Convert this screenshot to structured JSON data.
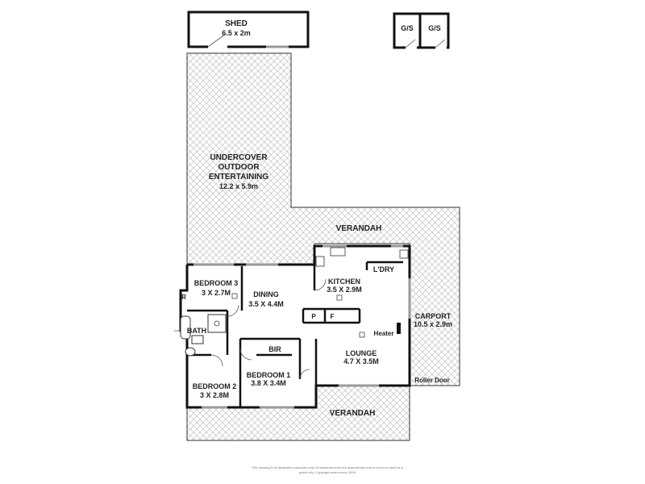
{
  "rooms": {
    "shed": {
      "name": "SHED",
      "size": "6.5 x 2m"
    },
    "gs1": {
      "name": "G/S"
    },
    "gs2": {
      "name": "G/S"
    },
    "outdoor": {
      "line1": "UNDERCOVER",
      "line2": "OUTDOOR",
      "line3": "ENTERTAINING",
      "size": "12.2 x 5.9m"
    },
    "verandah_top": {
      "name": "VERANDAH"
    },
    "verandah_bottom": {
      "name": "VERANDAH"
    },
    "bedroom3": {
      "name": "BEDROOM 3",
      "size": "3 X 2.7M"
    },
    "dining": {
      "name": "DINING",
      "size": "3.5 X 4.4M"
    },
    "kitchen": {
      "name": "KITCHEN",
      "size": "3.5 X 2.9M"
    },
    "laundry": {
      "name": "L'DRY"
    },
    "carport": {
      "name": "CARPORT",
      "size": "10.5 x 2.9m"
    },
    "r": {
      "name": "R"
    },
    "bath": {
      "name": "BATH"
    },
    "pantry": {
      "name": "P"
    },
    "fridge": {
      "name": "F"
    },
    "heater": {
      "name": "Heater"
    },
    "lounge": {
      "name": "LOUNGE",
      "size": "4.7 X 3.5M"
    },
    "bir": {
      "name": "BIR"
    },
    "bedroom1": {
      "name": "BEDROOM 1",
      "size": "3.8 X 3.4M"
    },
    "bedroom2": {
      "name": "BEDROOM 2",
      "size": "3 X 2.8M"
    },
    "roller_door": {
      "name": "Roller Door"
    }
  },
  "disclaimer": {
    "line1": "This drawing is for illustration purposes only. All measurements are approximate and is not to be used as a",
    "line2": "guide only. Copyright www.xxxxxx 2009"
  },
  "colors": {
    "wall": "#111111",
    "hatch": "#b4b4b4",
    "window": "#999999"
  }
}
